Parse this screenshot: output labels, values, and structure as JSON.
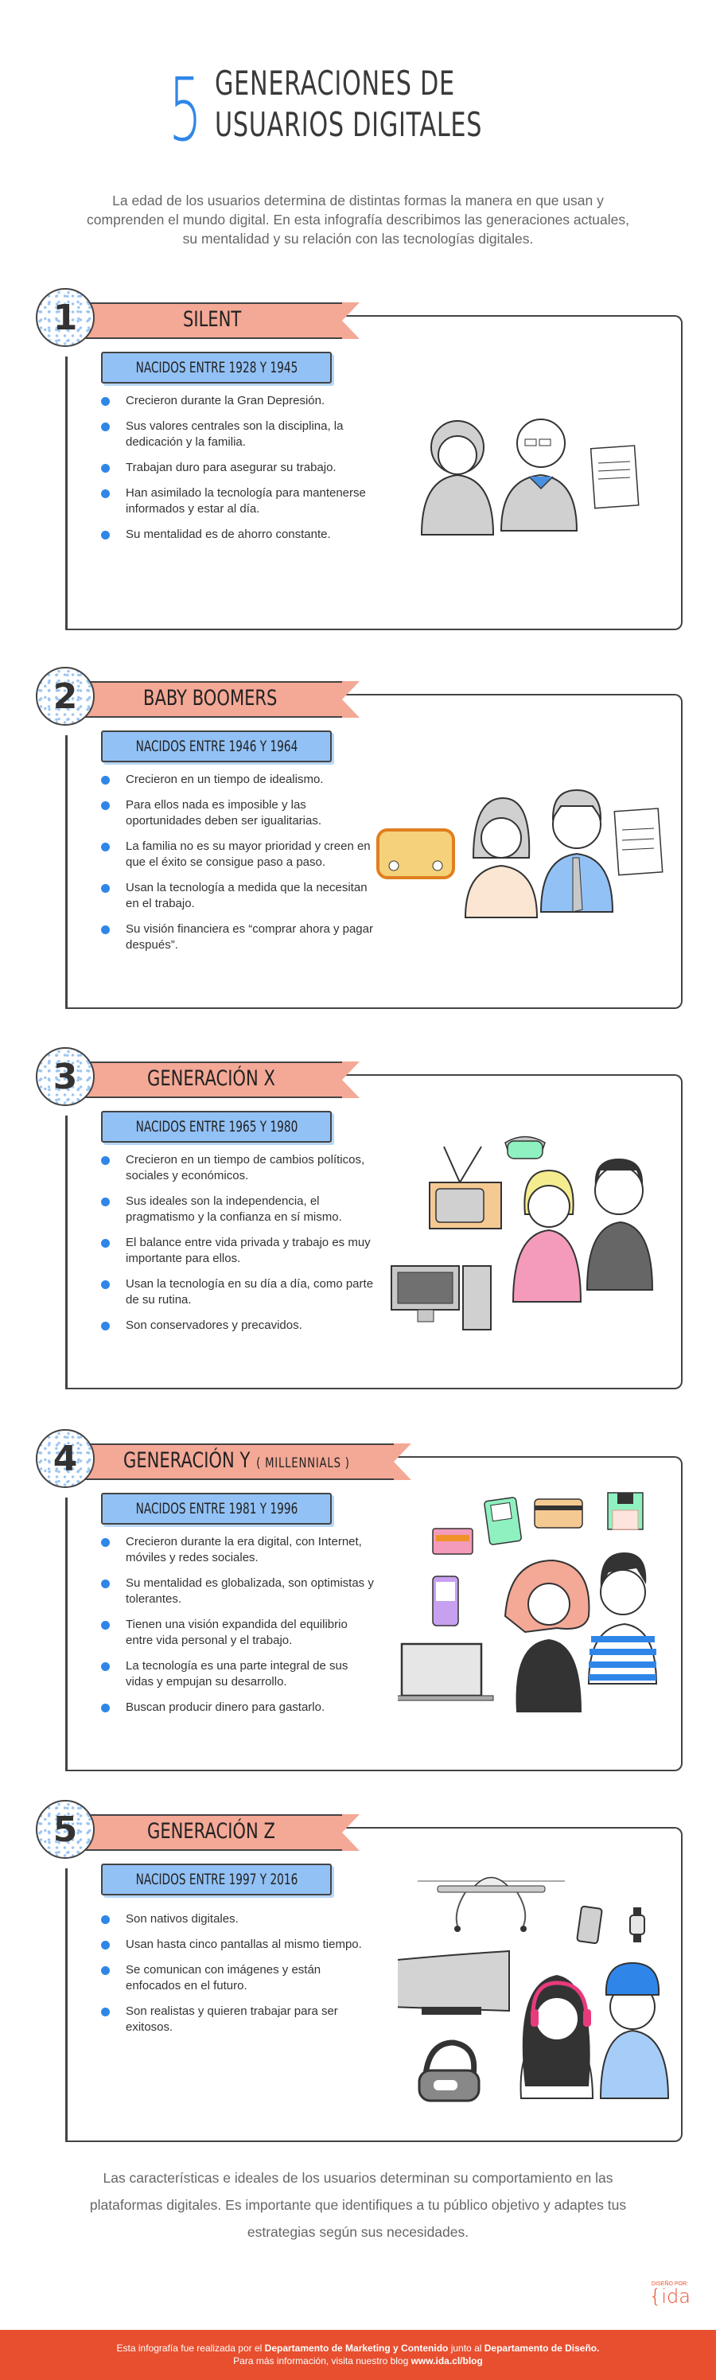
{
  "header": {
    "number": "5",
    "title_line1": "GENERACIONES DE",
    "title_line2": "USUARIOS DIGITALES"
  },
  "intro": "La edad de los usuarios determina de distintas formas la manera en que usan y comprenden el mundo digital. En esta infografía describimos las generaciones actuales, su mentalidad y su relación con las tecnologías digitales.",
  "colors": {
    "accent_blue": "#2f86e8",
    "ribbon_salmon": "#f4a896",
    "born_box_blue": "#92c1f5",
    "footer_orange": "#e84f2f",
    "outline": "#444444"
  },
  "generations": [
    {
      "number": "1",
      "title": "SILENT",
      "subtitle": "",
      "born": "NACIDOS ENTRE 1928 Y 1945",
      "bullets": [
        "Crecieron durante la Gran Depresión.",
        "Sus valores centrales son la disciplina, la dedicación y la familia.",
        "Trabajan duro para asegurar su trabajo.",
        "Han asimilado la tecnología para mantenerse informados y estar al día.",
        "Su mentalidad es de ahorro constante."
      ],
      "illustration": [
        "elderly-woman",
        "elderly-man-glasses",
        "newspaper"
      ]
    },
    {
      "number": "2",
      "title": "BABY BOOMERS",
      "subtitle": "",
      "born": "NACIDOS ENTRE 1946 Y 1964",
      "bullets": [
        "Crecieron en un tiempo de idealismo.",
        "Para ellos nada es imposible y las oportunidades deben ser igualitarias.",
        "La familia no es su mayor prioridad y creen en que el éxito se consigue paso a paso.",
        "Usan la tecnología a medida que la necesitan en el trabajo.",
        "Su visión financiera es “comprar ahora y pagar después”."
      ],
      "illustration": [
        "retro-radio",
        "woman",
        "man-glasses-tie",
        "newspaper"
      ]
    },
    {
      "number": "3",
      "title": "GENERACIÓN X",
      "subtitle": "",
      "born": "NACIDOS ENTRE 1965 Y 1980",
      "bullets": [
        "Crecieron en un tiempo de cambios políticos, sociales y económicos.",
        "Sus ideales son la independencia, el pragmatismo y la confianza en sí mismo.",
        "El balance entre vida privada y trabajo es muy importante para ellos.",
        "Usan la tecnología en su día a día, como parte de su rutina.",
        "Son conservadores y precavidos."
      ],
      "illustration": [
        "old-tv",
        "rotary-phone",
        "desktop-computer",
        "blonde-woman",
        "bearded-man-suit"
      ]
    },
    {
      "number": "4",
      "title": "GENERACIÓN Y",
      "subtitle": "( MILLENNIALS )",
      "born": "NACIDOS ENTRE 1981 Y 1996",
      "bullets": [
        "Crecieron durante la era digital, con Internet, móviles y redes sociales.",
        "Su mentalidad es globalizada, son optimistas y tolerantes.",
        "Tienen una visión expandida del equilibrio entre vida personal y el trabajo.",
        "La tecnología es una parte integral de sus vidas y empujan su desarrollo.",
        "Buscan producir dinero para gastarlo."
      ],
      "illustration": [
        "cassette",
        "gameboy",
        "credit-card",
        "floppy-disk",
        "cell-phone",
        "laptop",
        "redhead-woman",
        "striped-shirt-man"
      ]
    },
    {
      "number": "5",
      "title": "GENERACIÓN Z",
      "subtitle": "",
      "born": "NACIDOS ENTRE 1997 Y 2016",
      "bullets": [
        "Son nativos digitales.",
        "Usan hasta cinco pantallas al mismo tiempo.",
        "Se comunican con imágenes y están enfocados en el futuro.",
        "Son realistas y quieren trabajar para ser exitosos."
      ],
      "illustration": [
        "drone",
        "smartphone",
        "smartwatch",
        "curved-tv",
        "vr-headset",
        "girl-headphones",
        "boy-beanie"
      ]
    }
  ],
  "outro": "Las características e ideales de los usuarios determinan su comportamiento en las plataformas digitales. Es importante que identifiques a tu público objetivo y adaptes tus estrategias según sus necesidades.",
  "logo": {
    "by": "DISEÑO POR:",
    "brand": "{ida"
  },
  "footer": {
    "line1_prefix": "Esta infografía fue realizada por el ",
    "line1_dept1": "Departamento de Marketing y Contenido",
    "line1_mid": " junto al ",
    "line1_dept2": "Departamento de Diseño.",
    "line2_prefix": "Para más información, visita nuestro blog ",
    "line2_link": "www.ida.cl/blog"
  }
}
